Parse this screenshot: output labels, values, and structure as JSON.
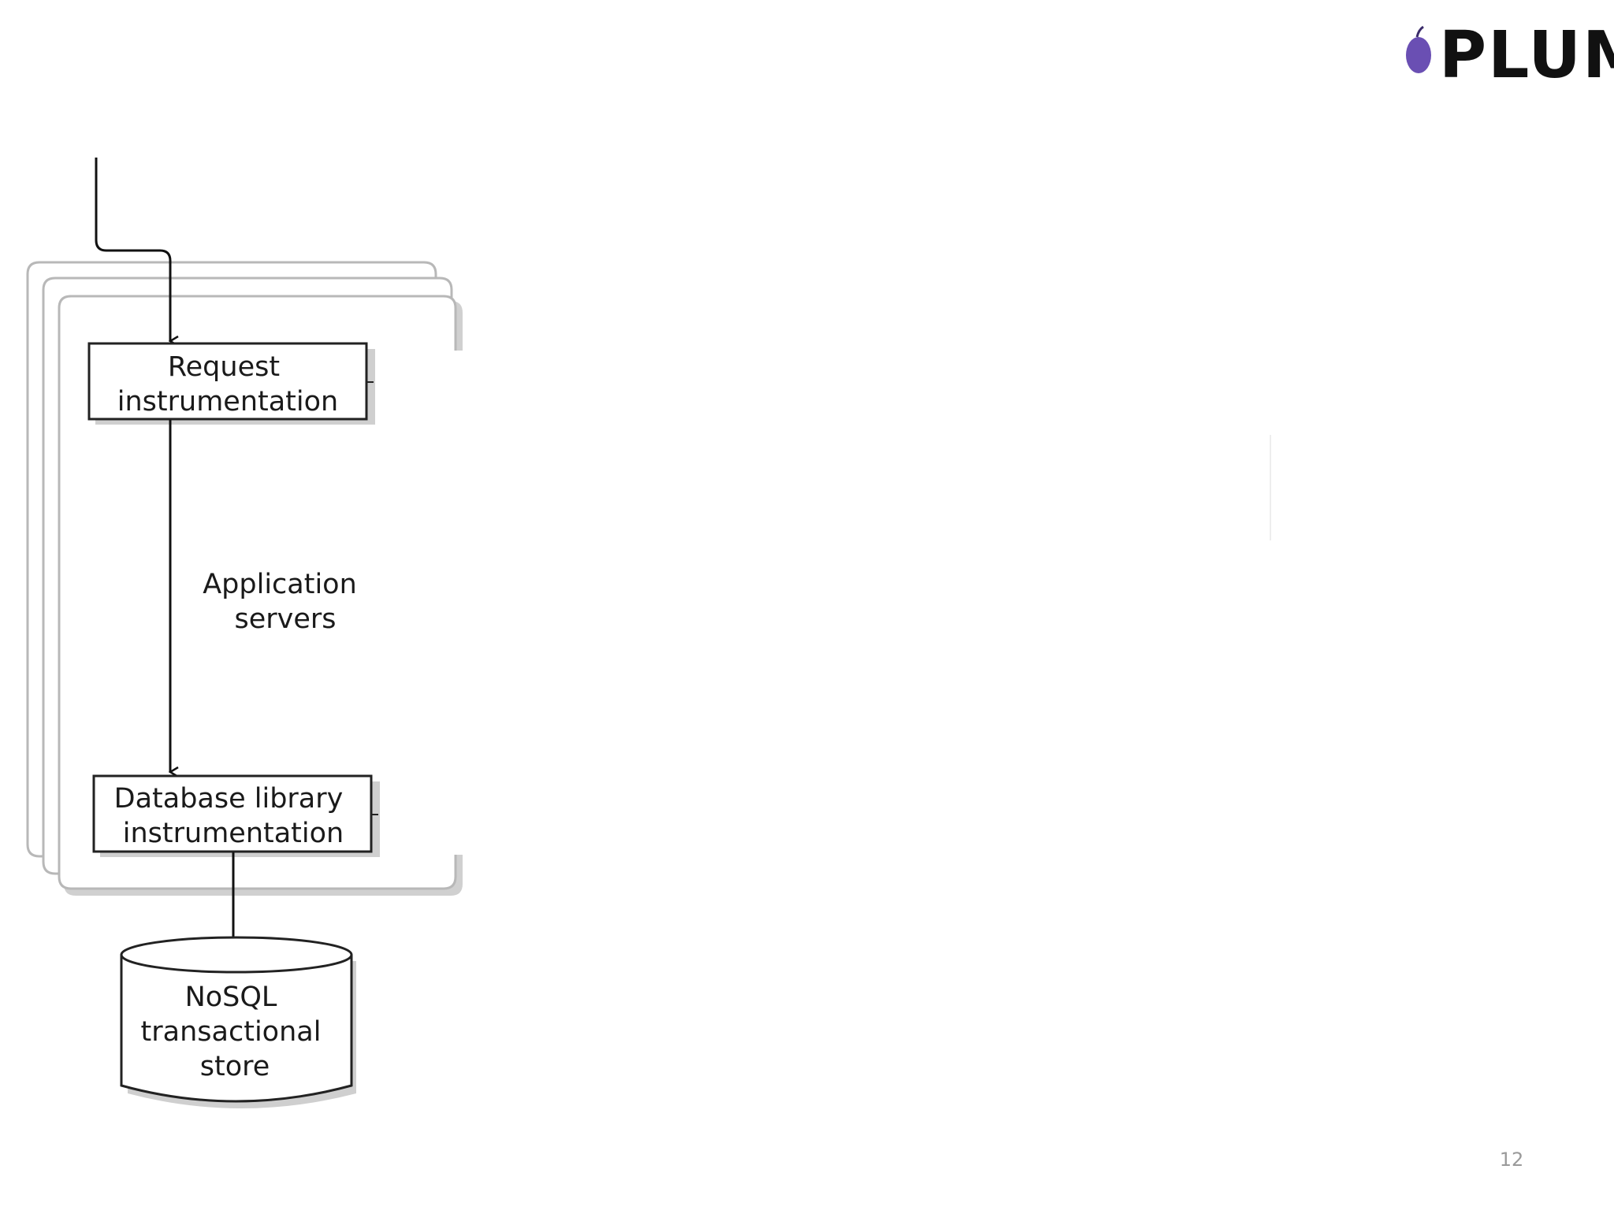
{
  "logo": {
    "text": "PLUMBEE",
    "color": "#6a4fb3"
  },
  "page_number": "12",
  "diagram": {
    "request_box": {
      "line1": "Request",
      "line2": "instrumentation"
    },
    "app_servers_label": {
      "line1": "Application",
      "line2": "servers"
    },
    "db_box": {
      "line1": "Database library",
      "line2": "instrumentation"
    },
    "store": {
      "line1": "NoSQL",
      "line2": "transactional",
      "line3": "store"
    }
  }
}
